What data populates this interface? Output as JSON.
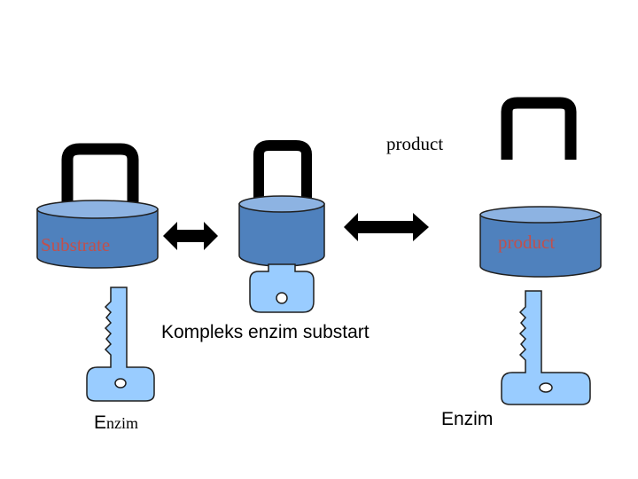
{
  "labels": {
    "substrate": "Substrate",
    "product_top": "product",
    "product_on_lock": "product",
    "complex": "Kompleks enzim substart",
    "enzim_left_initial": "E",
    "enzim_left_rest": "nzim",
    "enzim_right": "Enzim"
  },
  "colors": {
    "lock_body": "#4f81bd",
    "lock_top": "#8db3e2",
    "key_fill": "#99ccff",
    "outline": "#1f1f1f",
    "shackle": "#000000",
    "arrow": "#000000",
    "label_red": "#c0504d",
    "label_black": "#000000"
  },
  "icons": {
    "lock": "padlock-icon",
    "key": "key-icon",
    "shackle": "shackle-icon",
    "arrow": "double-arrow-icon"
  }
}
